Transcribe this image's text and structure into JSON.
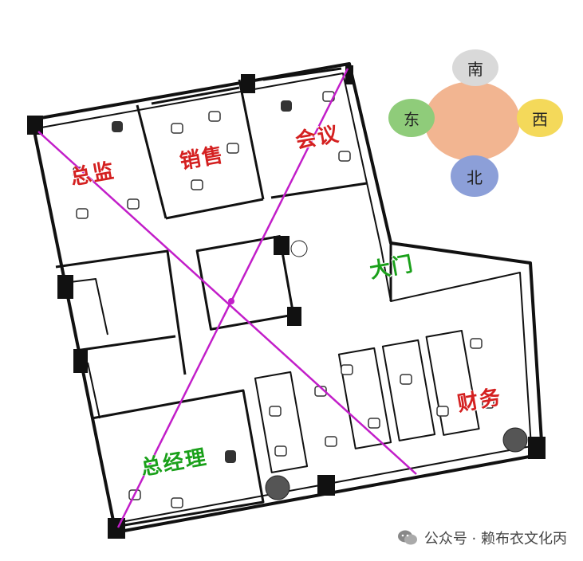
{
  "rooms": {
    "director": {
      "label": "总监",
      "color": "#d42020"
    },
    "sales": {
      "label": "销售",
      "color": "#d42020"
    },
    "meeting": {
      "label": "会议",
      "color": "#d42020"
    },
    "entrance": {
      "label": "大门",
      "color": "#1aa01a"
    },
    "finance": {
      "label": "财务",
      "color": "#d42020"
    },
    "general_manager": {
      "label": "总经理",
      "color": "#1aa01a"
    }
  },
  "compass": {
    "south": {
      "label": "南",
      "color": "#d9d9d9"
    },
    "east": {
      "label": "东",
      "color": "#8fcc7a"
    },
    "west": {
      "label": "西",
      "color": "#f4d95a"
    },
    "north": {
      "label": "北",
      "color": "#8c9fd8"
    },
    "center_color": "#f2b591"
  },
  "diagonal_color": "#c21ec9",
  "watermark": {
    "text": "公众号 · 赖布衣文化丙"
  }
}
